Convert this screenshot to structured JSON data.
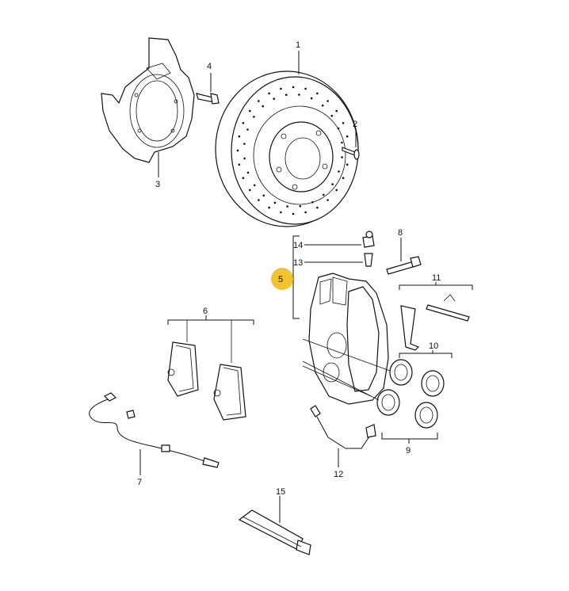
{
  "diagram": {
    "colors": {
      "line": "#111111",
      "background": "#ffffff",
      "highlight": "#f2c230"
    },
    "callouts": {
      "p1": "1",
      "p2": "2",
      "p3": "3",
      "p4": "4",
      "p5": "5",
      "p6": "6",
      "p7": "7",
      "p8": "8",
      "p9": "9",
      "p10": "10",
      "p11": "11",
      "p12": "12",
      "p13": "13",
      "p14": "14",
      "p15": "15"
    },
    "highlighted_callout": "5"
  }
}
